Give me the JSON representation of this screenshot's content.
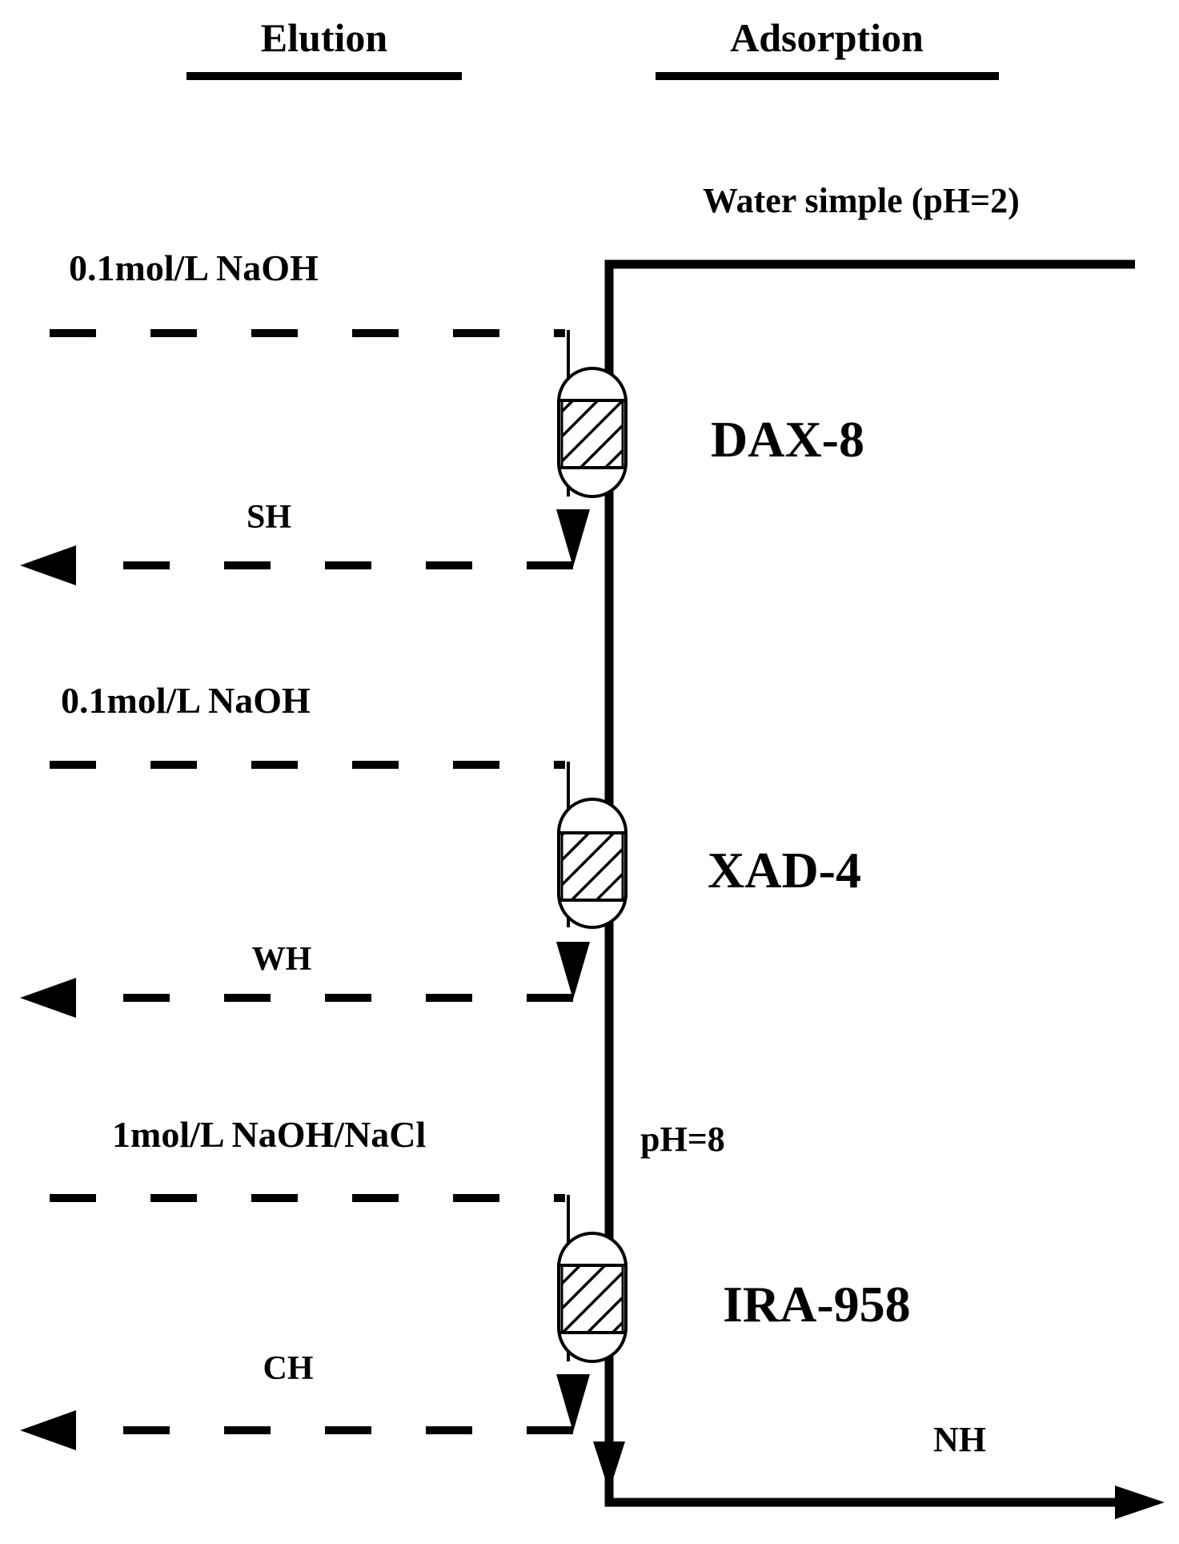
{
  "headers": {
    "elution": "Elution",
    "adsorption": "Adsorption"
  },
  "sample_label": "Water simple  (pH=2)",
  "stages": [
    {
      "reagent": "0.1mol/L NaOH",
      "resin": "DAX-8",
      "fraction": "SH"
    },
    {
      "reagent": "0.1mol/L NaOH",
      "resin": "XAD-4",
      "fraction": "WH"
    },
    {
      "reagent": "1mol/L NaOH/NaCl",
      "resin": "IRA-958",
      "fraction": "CH"
    }
  ],
  "ph_adjust_label": "pH=8",
  "effluent_label": "NH"
}
